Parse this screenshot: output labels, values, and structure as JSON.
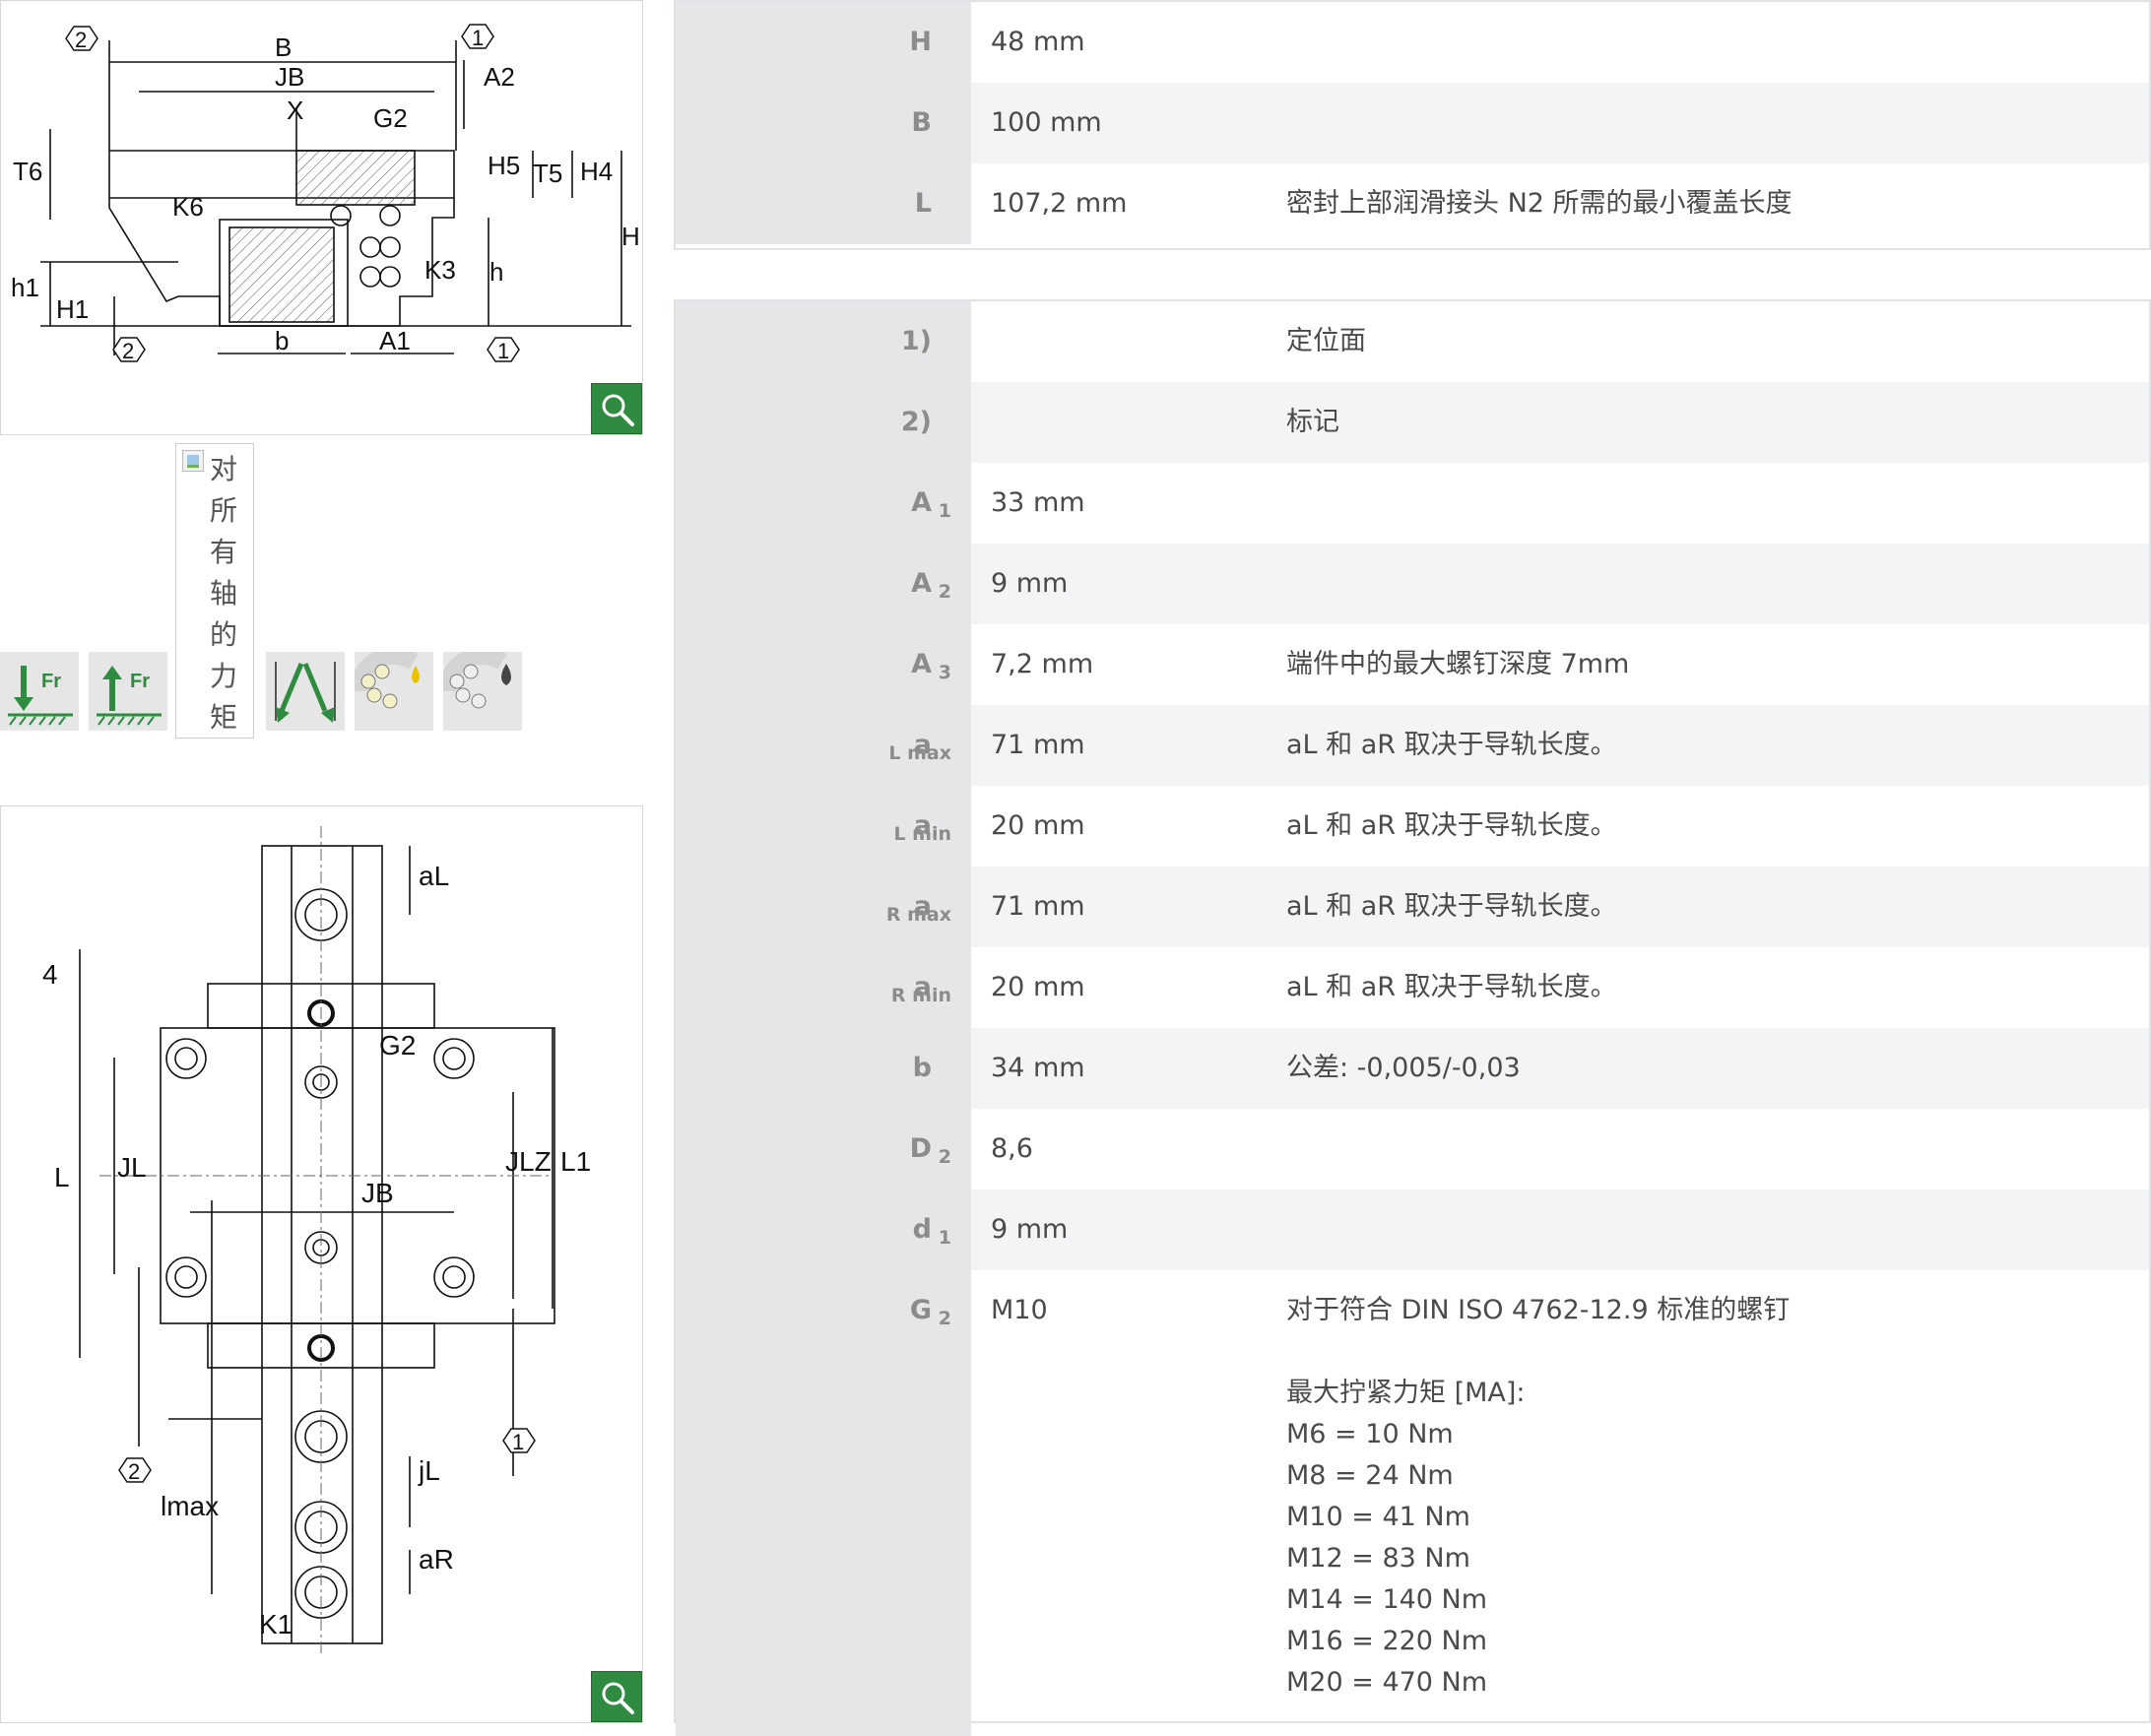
{
  "table_top": [
    {
      "key": "H",
      "sub": "",
      "value": "48  mm",
      "note": ""
    },
    {
      "key": "B",
      "sub": "",
      "value": "100  mm",
      "note": ""
    },
    {
      "key": "L",
      "sub": "",
      "value": "107,2  mm",
      "note": "密封上部润滑接头 N2 所需的最小覆盖长度"
    }
  ],
  "table_main": [
    {
      "key": "1)",
      "sub": "",
      "value": "",
      "note": "定位面"
    },
    {
      "key": "2)",
      "sub": "",
      "value": "",
      "note": "标记"
    },
    {
      "key": "A",
      "sub": "1",
      "value": "33  mm",
      "note": ""
    },
    {
      "key": "A",
      "sub": "2",
      "value": "9  mm",
      "note": ""
    },
    {
      "key": "A",
      "sub": "3",
      "value": "7,2  mm",
      "note": "端件中的最大螺钉深度 7mm"
    },
    {
      "key": "a",
      "sub": "L max",
      "value": "71  mm",
      "note": "aL 和 aR 取决于导轨长度。"
    },
    {
      "key": "a",
      "sub": "L min",
      "value": "20  mm",
      "note": "aL 和 aR 取决于导轨长度。"
    },
    {
      "key": "a",
      "sub": "R max",
      "value": "71  mm",
      "note": "aL 和 aR 取决于导轨长度。"
    },
    {
      "key": "a",
      "sub": "R min",
      "value": "20  mm",
      "note": "aL 和 aR 取决于导轨长度。"
    },
    {
      "key": "b",
      "sub": "",
      "value": "34  mm",
      "note": "公差: -0,005/-0,03"
    },
    {
      "key": "D",
      "sub": "2",
      "value": "8,6",
      "note": ""
    },
    {
      "key": "d",
      "sub": "1",
      "value": "9  mm",
      "note": ""
    }
  ],
  "g2_row": {
    "key": "G",
    "sub": "2",
    "value": "M10",
    "note_lines": [
      "对于符合 DIN ISO 4762-12.9 标准的螺钉",
      "",
      "最大拧紧力矩 [MA]:",
      "M6 = 10 Nm",
      "M8 = 24 Nm",
      "M10 = 41 Nm",
      "M12 = 83 Nm",
      "M14 = 140 Nm",
      "M16 = 220 Nm",
      "M20 = 470 Nm"
    ]
  },
  "vertical_image_alt": "对所有轴的力矩",
  "icons": {
    "force_down": "Fr",
    "force_up": "Fr"
  },
  "drawing_top_labels": {
    "B": "B",
    "JB": "JB",
    "X": "X",
    "G2": "G2",
    "A2": "A2",
    "T6": "T6",
    "K6": "K6",
    "H5": "H5",
    "T5": "T5",
    "H4": "H4",
    "H": "H",
    "K3": "K3",
    "h": "h",
    "h1": "h1",
    "H1": "H1",
    "b": "b",
    "A1": "A1",
    "m1": "1",
    "m2": "2"
  },
  "drawing_bottom_labels": {
    "aL": "aL",
    "four": "4",
    "G2": "G2",
    "L": "L",
    "JL": "JL",
    "JLZ": "JLZ",
    "L1": "L1",
    "JB": "JB",
    "m1": "1",
    "m2": "2",
    "jL": "jL",
    "lmax": "lmax",
    "aR": "aR",
    "K1": "K1"
  },
  "colors": {
    "accent": "#2e8b3f",
    "key_bg": "#e4e6e8",
    "row_alt": "#f3f4f5",
    "border": "#dfe3e6"
  }
}
